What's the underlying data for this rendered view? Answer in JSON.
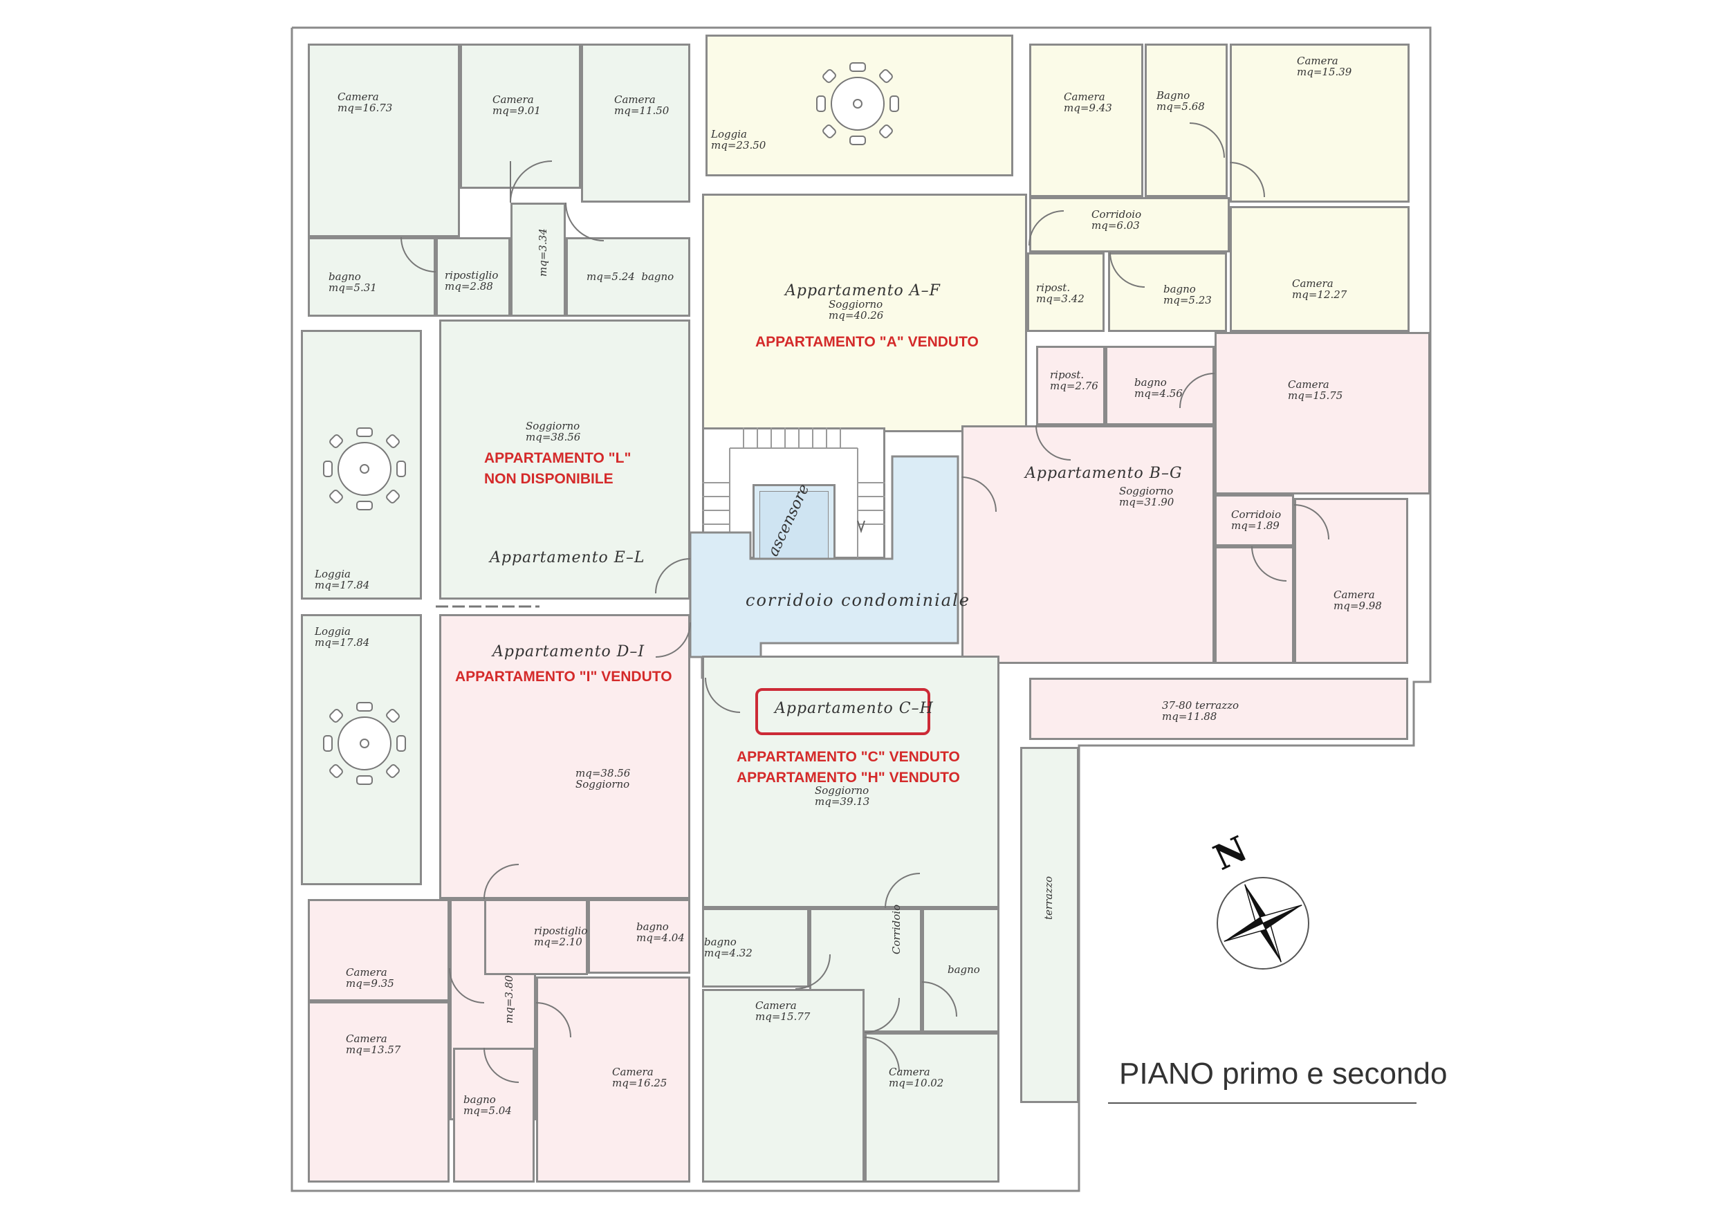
{
  "title": "PIANO primo e secondo",
  "compass_letter": "N",
  "common": {
    "corridor": "corridoio condominiale",
    "elevator": "ascensore"
  },
  "apartments": {
    "af": "Appartamento A–F",
    "bg": "Appartamento B–G",
    "ch": "Appartamento C–H",
    "di": "Appartamento D–I",
    "el": "Appartamento E–L"
  },
  "status": {
    "a": "APPARTAMENTO \"A\" VENDUTO",
    "l1": "APPARTAMENTO \"L\"",
    "l2": "NON DISPONIBILE",
    "i": "APPARTAMENTO \"I\" VENDUTO",
    "c": "APPARTAMENTO \"C\" VENDUTO",
    "h": "APPARTAMENTO \"H\" VENDUTO"
  },
  "rooms": {
    "el_camera1": {
      "name": "Camera",
      "area": "mq=16.73"
    },
    "el_camera2": {
      "name": "Camera",
      "area": "mq=9.01"
    },
    "el_camera3": {
      "name": "Camera",
      "area": "mq=11.50"
    },
    "el_bagno1": {
      "name": "bagno",
      "area": "mq=5.31"
    },
    "el_ripostiglio": {
      "name": "ripostiglio",
      "area": "mq=2.88"
    },
    "el_corr": {
      "area": "mq=3.34"
    },
    "el_bagno2": {
      "name": "bagno",
      "area": "mq=5.24"
    },
    "el_soggiorno": {
      "name": "Soggiorno",
      "area": "mq=38.56"
    },
    "el_loggia": {
      "name": "Loggia",
      "area": "mq=17.84"
    },
    "af_loggia": {
      "name": "Loggia",
      "area": "mq=23.50"
    },
    "af_soggiorno": {
      "name": "Soggiorno",
      "area": "mq=40.26"
    },
    "af_camera1": {
      "name": "Camera",
      "area": "mq=9.43"
    },
    "af_bagno1": {
      "name": "Bagno",
      "area": "mq=5.68"
    },
    "af_camera2": {
      "name": "Camera",
      "area": "mq=15.39"
    },
    "af_corridoio": {
      "name": "Corridoio",
      "area": "mq=6.03"
    },
    "af_ripost": {
      "name": "ripost.",
      "area": "mq=3.42"
    },
    "af_bagno2": {
      "name": "bagno",
      "area": "mq=5.23"
    },
    "af_camera3": {
      "name": "Camera",
      "area": "mq=12.27"
    },
    "bg_ripost": {
      "name": "ripost.",
      "area": "mq=2.76"
    },
    "bg_bagno": {
      "name": "bagno",
      "area": "mq=4.56"
    },
    "bg_camera1": {
      "name": "Camera",
      "area": "mq=15.75"
    },
    "bg_soggiorno": {
      "name": "Soggiorno",
      "area": "mq=31.90"
    },
    "bg_corridoio": {
      "name": "Corridoio",
      "area": "mq=1.89"
    },
    "bg_camera2": {
      "name": "Camera",
      "area": "mq=9.98"
    },
    "bg_terrazzo": {
      "name": "37-80 terrazzo",
      "area": "mq=11.88"
    },
    "di_loggia": {
      "name": "Loggia",
      "area": "mq=17.84"
    },
    "di_soggiorno": {
      "name": "Soggiorno",
      "area": "mq=38.56"
    },
    "di_ripostiglio": {
      "name": "ripostiglio",
      "area": "mq=2.10"
    },
    "di_bagno1": {
      "name": "bagno",
      "area": "mq=4.04"
    },
    "di_camera1": {
      "name": "Camera",
      "area": "mq=9.35"
    },
    "di_corr": {
      "area": "mq=3.80"
    },
    "di_camera2": {
      "name": "Camera",
      "area": "mq=13.57"
    },
    "di_camera3": {
      "name": "Camera",
      "area": "mq=16.25"
    },
    "di_bagno2": {
      "name": "bagno",
      "area": "mq=5.04"
    },
    "ch_soggiorno": {
      "name": "Soggiorno",
      "area": "mq=39.13"
    },
    "ch_bagno1": {
      "name": "bagno",
      "area": "mq=4.32"
    },
    "ch_corridoio": {
      "name": "Corridoio"
    },
    "ch_bagno2": {
      "name": "bagno"
    },
    "ch_camera1": {
      "name": "Camera",
      "area": "mq=15.77"
    },
    "ch_camera2": {
      "name": "Camera",
      "area": "mq=10.02"
    },
    "ch_terrazzo": {
      "name": "terrazzo"
    }
  }
}
